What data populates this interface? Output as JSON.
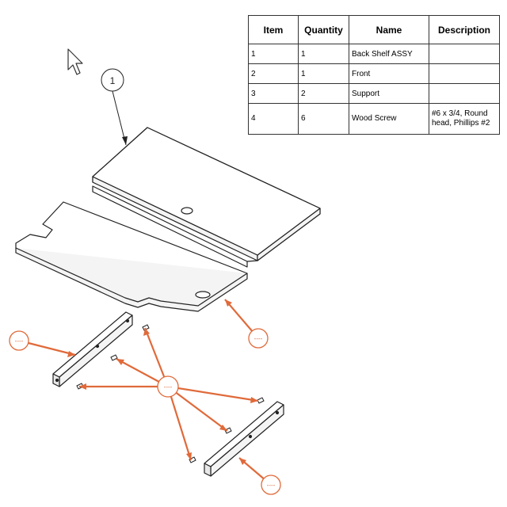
{
  "bom": {
    "headers": [
      "Item",
      "Quantity",
      "Name",
      "Description"
    ],
    "rows": [
      {
        "item": "1",
        "quantity": "1",
        "name": "Back Shelf ASSY",
        "description": ""
      },
      {
        "item": "2",
        "quantity": "1",
        "name": "Front",
        "description": ""
      },
      {
        "item": "3",
        "quantity": "2",
        "name": "Support",
        "description": ""
      },
      {
        "item": "4",
        "quantity": "6",
        "name": "Wood Screw",
        "description": "#6 x 3/4, Round head, Phillips #2"
      }
    ]
  },
  "balloons": {
    "main_label": "1",
    "placeholder_label": "----"
  },
  "colors": {
    "line": "#222222",
    "accent": "#e06a3a"
  }
}
